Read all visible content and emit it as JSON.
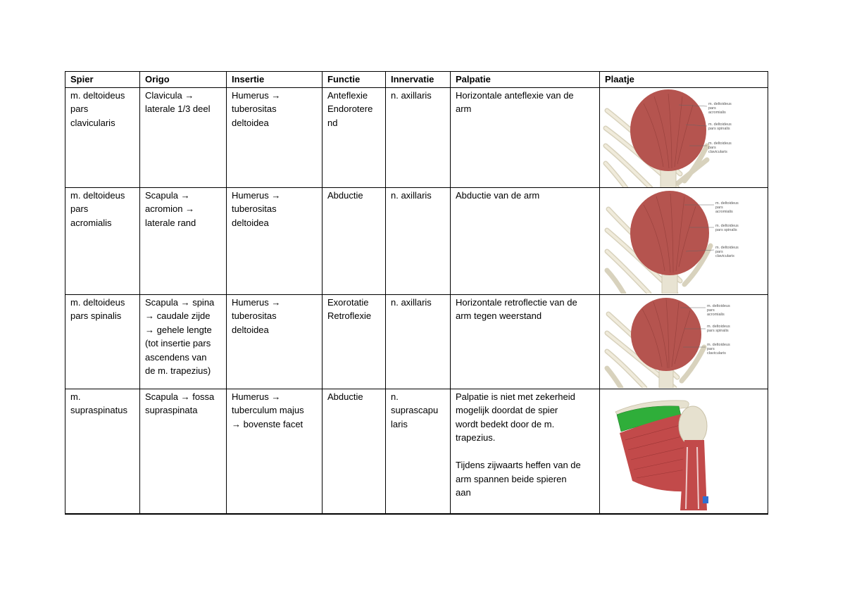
{
  "table": {
    "headers": [
      "Spier",
      "Origo",
      "Insertie",
      "Functie",
      "Innervatie",
      "Palpatie",
      "Plaatje"
    ],
    "rows": [
      {
        "spier": "m. deltoideus\npars\nclavicularis",
        "origo": "Clavicula →\nlaterale 1/3 deel",
        "insertie": "Humerus →\ntuberositas\ndeltoidea",
        "functie": "Anteflexie\nEndorotere\nnd",
        "innervatie": "n. axillaris",
        "palpatie": "Horizontale anteflexie van de\narm",
        "image_labels": [
          "m. deltoideus",
          "pars",
          "acromialis",
          "m. deltoideus",
          "pars spinalis",
          "m. deltoideus",
          "pars",
          "clavicularis"
        ]
      },
      {
        "spier": "m. deltoideus\npars\nacromialis",
        "origo": "Scapula →\nacromion →\nlaterale rand",
        "insertie": "Humerus →\ntuberositas\ndeltoidea",
        "functie": "Abductie",
        "innervatie": "n. axillaris",
        "palpatie": "Abductie van de arm",
        "image_labels": [
          "m. deltoideus",
          "pars",
          "acromialis",
          "m. deltoideus",
          "pars spinalis",
          "m. deltoideus",
          "pars",
          "clavicularis"
        ]
      },
      {
        "spier": "m. deltoideus\npars spinalis",
        "origo": "Scapula → spina\n→ caudale zijde\n→ gehele lengte\n(tot insertie pars\nascendens van\nde m. trapezius)",
        "insertie": "Humerus →\ntuberositas\ndeltoidea",
        "functie": "Exorotatie\nRetroflexie",
        "innervatie": "n. axillaris",
        "palpatie": "Horizontale retroflectie van de\narm tegen weerstand",
        "image_labels": [
          "m. deltoideus",
          "pars",
          "acromialis",
          "m. deltoideus",
          "pars spinalis",
          "m. deltoideus",
          "pars",
          "clavicularis"
        ]
      },
      {
        "spier": "m.\nsupraspinatus",
        "origo": "Scapula → fossa\nsupraspinata",
        "insertie": "Humerus →\ntuberculum majus\n→ bovenste facet",
        "functie": "Abductie",
        "innervatie": "n.\nsuprascapu\nlaris",
        "palpatie": "Palpatie is niet met zekerheid\nmogelijk doordat de spier\nwordt bedekt door de m.\ntrapezius.\n\nTijdens zijwaarts heffen van de\narm spannen beide spieren\naan",
        "image_labels": []
      }
    ]
  },
  "colors": {
    "muscle": "#b5544f",
    "bone": "#e6e1cf",
    "supraspinatus_highlight": "#2fae3a"
  }
}
